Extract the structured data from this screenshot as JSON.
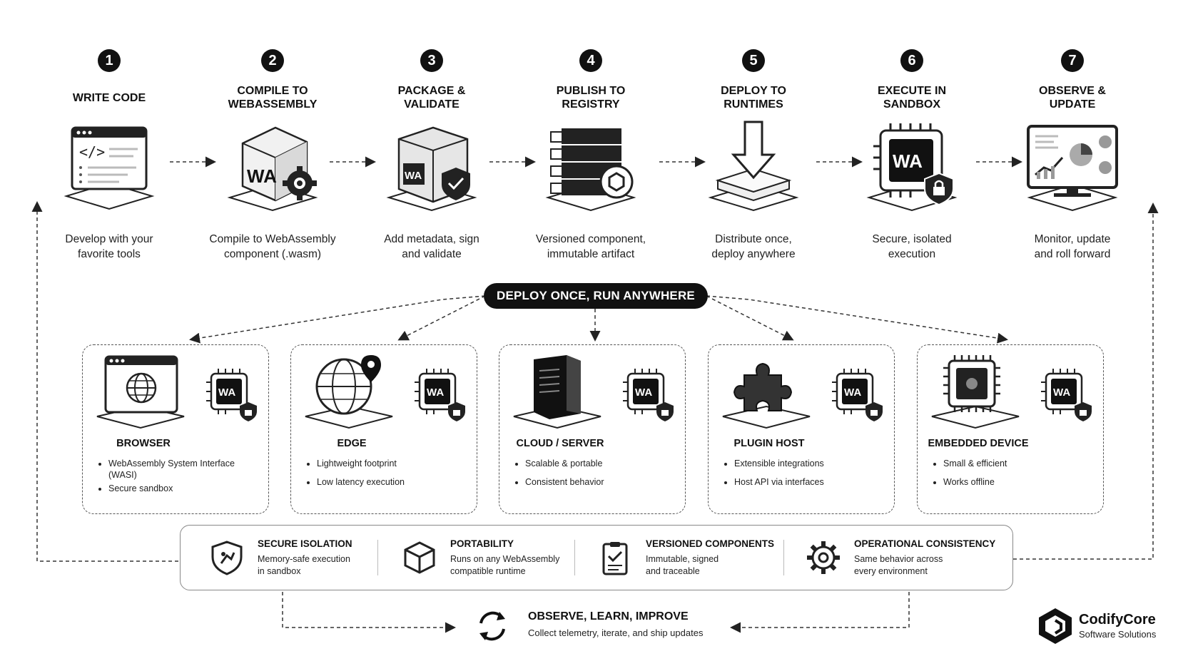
{
  "steps": [
    {
      "number": "1",
      "title": "WRITE CODE",
      "description": "Develop with your\nfavorite tools",
      "icon": "code-editor-icon"
    },
    {
      "number": "2",
      "title": "COMPILE TO\nWEBASSEMBLY",
      "description": "Compile to WebAssembly\ncomponent (.wasm)",
      "icon": "wasm-cube-gear-icon",
      "badge": "WA"
    },
    {
      "number": "3",
      "title": "PACKAGE &\nVALIDATE",
      "description": "Add metadata, sign\nand validate",
      "icon": "package-shield-icon",
      "badge": "WA"
    },
    {
      "number": "4",
      "title": "PUBLISH TO\nREGISTRY",
      "description": "Versioned component,\nimmutable artifact",
      "icon": "registry-server-icon"
    },
    {
      "number": "5",
      "title": "DEPLOY TO\nRUNTIMES",
      "description": "Distribute once,\ndeploy anywhere",
      "icon": "deploy-arrow-icon"
    },
    {
      "number": "6",
      "title": "EXECUTE IN\nSANDBOX",
      "description": "Secure, isolated\nexecution",
      "icon": "sandbox-chip-lock-icon",
      "badge": "WA"
    },
    {
      "number": "7",
      "title": "OBSERVE &\nUPDATE",
      "description": "Monitor, update\nand roll forward",
      "icon": "monitor-dashboard-icon"
    }
  ],
  "banner": "DEPLOY ONCE, RUN ANYWHERE",
  "targets": [
    {
      "name": "BROWSER",
      "icon": "browser-globe-icon",
      "chip_badge": "WA",
      "bullets": [
        "WebAssembly System Interface (WASI)",
        "Secure sandbox"
      ]
    },
    {
      "name": "EDGE",
      "icon": "globe-pin-icon",
      "chip_badge": "WA",
      "bullets": [
        "Lightweight footprint",
        "Low latency execution"
      ]
    },
    {
      "name": "CLOUD / SERVER",
      "icon": "server-rack-icon",
      "chip_badge": "WA",
      "bullets": [
        "Scalable & portable",
        "Consistent behavior"
      ]
    },
    {
      "name": "PLUGIN HOST",
      "icon": "puzzle-piece-icon",
      "chip_badge": "WA",
      "bullets": [
        "Extensible integrations",
        "Host API via interfaces"
      ]
    },
    {
      "name": "EMBEDDED DEVICE",
      "icon": "microchip-icon",
      "chip_badge": "WA",
      "bullets": [
        "Small & efficient",
        "Works offline"
      ]
    }
  ],
  "features": [
    {
      "title": "SECURE ISOLATION",
      "description": "Memory-safe execution\nin sandbox",
      "icon": "shield-bug-icon"
    },
    {
      "title": "PORTABILITY",
      "description": "Runs on any WebAssembly\ncompatible runtime",
      "icon": "cube-icon"
    },
    {
      "title": "VERSIONED COMPONENTS",
      "description": "Immutable, signed\nand traceable",
      "icon": "clipboard-check-icon"
    },
    {
      "title": "OPERATIONAL CONSISTENCY",
      "description": "Same behavior across\nevery environment",
      "icon": "gear-icon"
    }
  ],
  "loop": {
    "title": "OBSERVE, LEARN, IMPROVE",
    "description": "Collect telemetry, iterate, and ship updates",
    "icon": "refresh-cycle-icon"
  },
  "brand": {
    "name": "CodifyCore",
    "tagline": "Software Solutions",
    "icon": "codifycore-logo-icon"
  },
  "colors": {
    "primary": "#111111",
    "background": "#ffffff",
    "line": "#444444"
  }
}
